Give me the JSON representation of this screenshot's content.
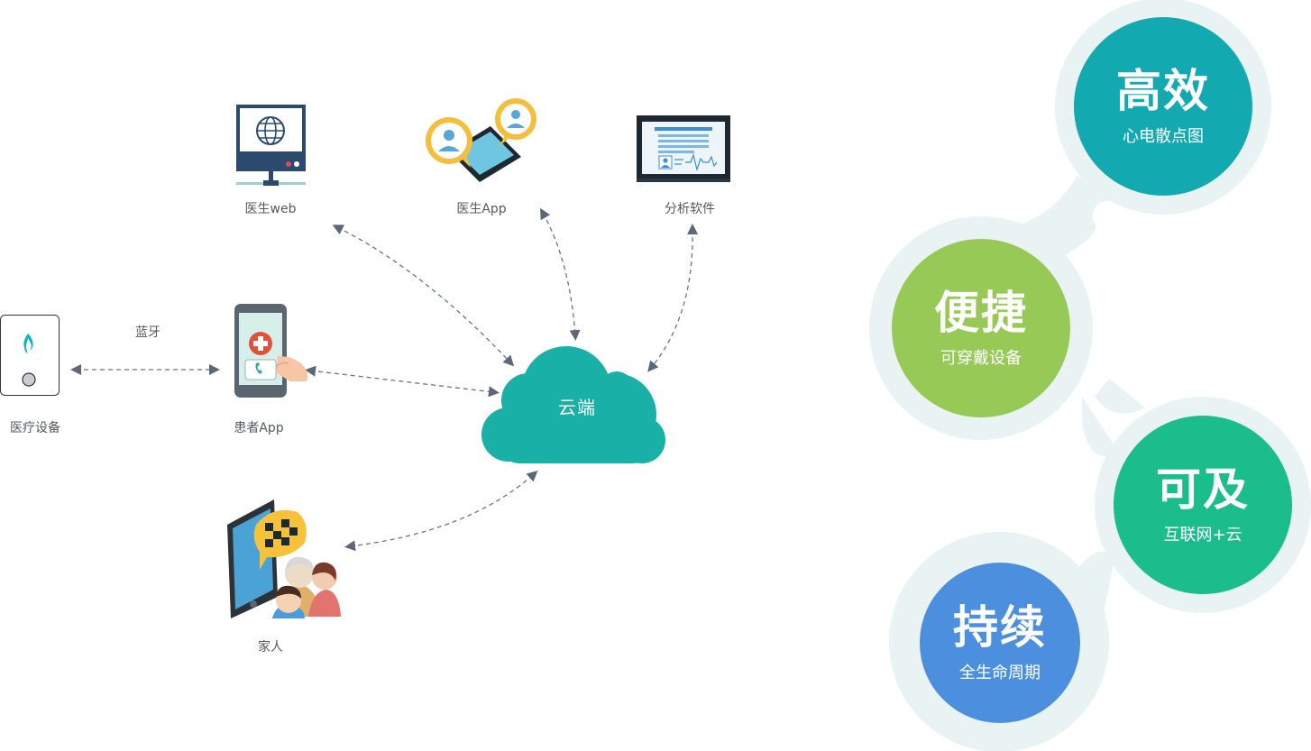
{
  "nodes": {
    "doctor_web": "医生web",
    "doctor_app": "医生App",
    "analysis_software": "分析软件",
    "medical_device": "医疗设备",
    "bluetooth": "蓝牙",
    "patient_app": "患者App",
    "cloud": "云端",
    "family": "家人"
  },
  "features": [
    {
      "title": "高效",
      "subtitle": "心电散点图",
      "color": "#12aab0"
    },
    {
      "title": "便捷",
      "subtitle": "可穿戴设备",
      "color": "#97c956"
    },
    {
      "title": "可及",
      "subtitle": "互联网+云",
      "color": "#1cbd8c"
    },
    {
      "title": "持续",
      "subtitle": "全生命周期",
      "color": "#4b8fde"
    }
  ],
  "colors": {
    "cloud": "#19b0a7",
    "connector": "#5c6878",
    "halo": "#e9f3f4"
  }
}
